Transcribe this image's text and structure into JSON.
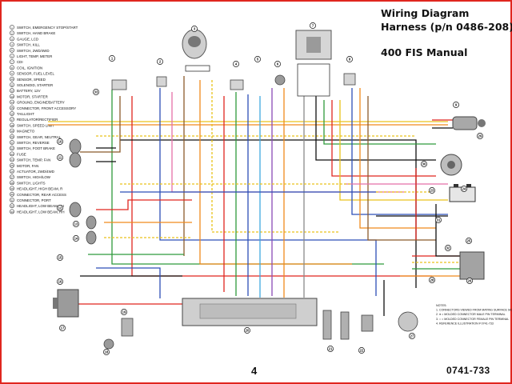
{
  "title_block": {
    "line1": "Wiring Diagram",
    "line2": "Harness (p/n 0486-208)",
    "line3": "400 FIS Manual"
  },
  "footer": {
    "page_number": "4",
    "part_number": "0741-733"
  },
  "legend": {
    "items": [
      "SWITCH, EMERGENCY STOP/START",
      "SWITCH, HAND BRAKE",
      "GAUGE, LCD",
      "SWITCH, KILL",
      "SWITCH, 2WD/4WD",
      "LIGHT, TEMP, METER",
      "CDI",
      "COIL, IGNITION",
      "SENSOR, FUEL LEVEL",
      "SENSOR, SPEED",
      "SOLENOID, STARTER",
      "BATTERY, 12V",
      "MOTOR, STARTER",
      "GROUND, ENGINE/BATTERY",
      "CONNECTOR, FRONT ACCESSORY",
      "TAILLIGHT",
      "REGULATOR/RECTIFIER",
      "SWITCH, SPEED LIMIT",
      "MAGNETO",
      "SWITCH, GEAR, NEUTRAL",
      "SWITCH, REVERSE",
      "SWITCH, FOOT BRAKE",
      "FUSE",
      "SWITCH, TEMP, FAN",
      "MOTOR, FAN",
      "ACTUATOR, 2WD/4WD",
      "SWITCH, HIGH/LOW",
      "SWITCH, LIGHTS",
      "HEADLIGHT, HIGH BEAM, R",
      "CONNECTOR, REAR ACCESS",
      "CONNECTOR, PORT",
      "HEADLIGHT, LOW BEAM, LH",
      "HEADLIGHT, LOW BEAM, RH"
    ]
  },
  "notes": [
    "NOTES:",
    "1. CONNECTORS VIEWED FROM MATING SURFACE SIDE",
    "2. ● = MOLDED CONNECTOR MALE PIN TERMINAL",
    "3. ○ = MOLDED CONNECTOR FEMALE PIN TERMINAL",
    "4. REFERENCE ILLUSTRATION # 0741-733"
  ],
  "component_numbers": [
    "1",
    "2",
    "3",
    "4",
    "5",
    "6",
    "7",
    "8",
    "9",
    "10",
    "11",
    "12",
    "13",
    "14",
    "15",
    "16",
    "17",
    "18",
    "19",
    "20",
    "21",
    "22",
    "23",
    "24",
    "25",
    "26",
    "27",
    "28",
    "29",
    "30",
    "31",
    "32",
    "33"
  ],
  "colors": {
    "red": "#e0261f",
    "orange": "#f08a1c",
    "yellow": "#e9c21a",
    "green": "#2f9a3c",
    "blue": "#2c4fb7",
    "black": "#111111",
    "brown": "#8b5a2b",
    "pink": "#e46fa8",
    "gray": "#8a8a8a",
    "light_blue": "#3fa9e0",
    "violet": "#8a4bb5",
    "border": "#e0261f"
  }
}
